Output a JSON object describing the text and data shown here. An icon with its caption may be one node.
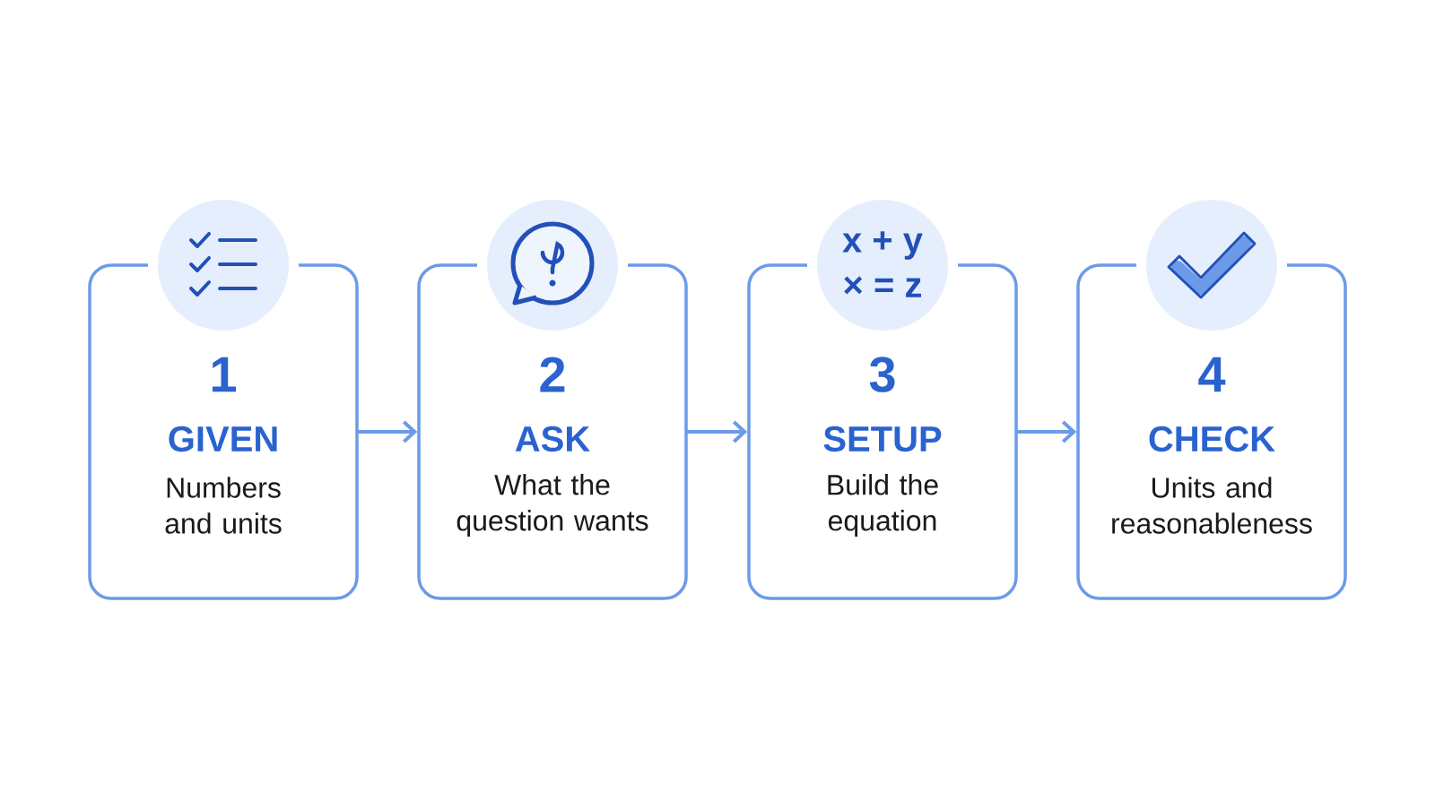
{
  "diagram": {
    "nodes": [
      {
        "text": [
          "1",
          "GIVEN",
          "Numbers and units"
        ]
      },
      {
        "text": [
          "2",
          "ASK",
          "What the question wants"
        ]
      },
      {
        "text": [
          "3",
          "SETUP",
          "Build the equation"
        ]
      },
      {
        "text": [
          "4",
          "CHECK",
          "Units and reasonableness"
        ]
      }
    ],
    "edges": [
      {
        "from": 0,
        "to": 1,
        "arrow": "to"
      },
      {
        "from": 1,
        "to": 2,
        "arrow": "to"
      },
      {
        "from": 2,
        "to": 3,
        "arrow": "to"
      }
    ],
    "labels": [
      "x + y",
      "× = z"
    ]
  }
}
